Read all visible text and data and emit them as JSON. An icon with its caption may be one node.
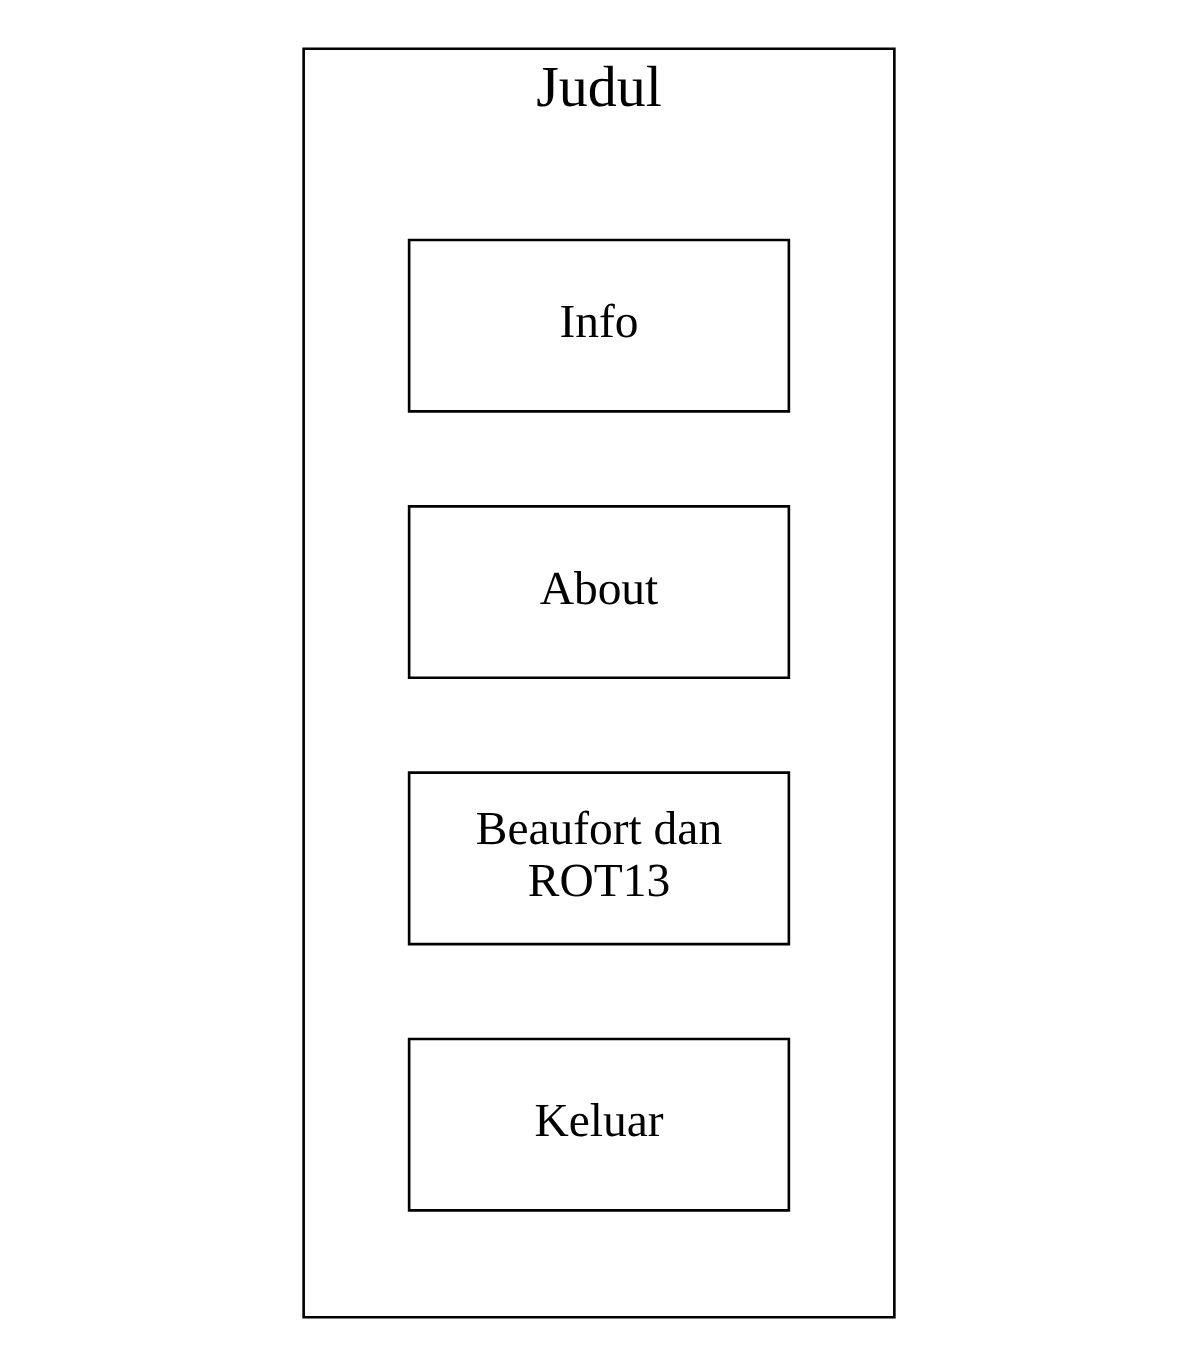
{
  "diagram": {
    "nodes": [
      {
        "text": [
          "Judul"
        ]
      },
      {
        "text": [
          "Info"
        ],
        "in": 0
      },
      {
        "text": [
          "About"
        ],
        "in": 0
      },
      {
        "text": [
          "Beaufort dan ROT13"
        ],
        "in": 0
      },
      {
        "text": [
          "Keluar"
        ],
        "in": 0
      }
    ]
  }
}
